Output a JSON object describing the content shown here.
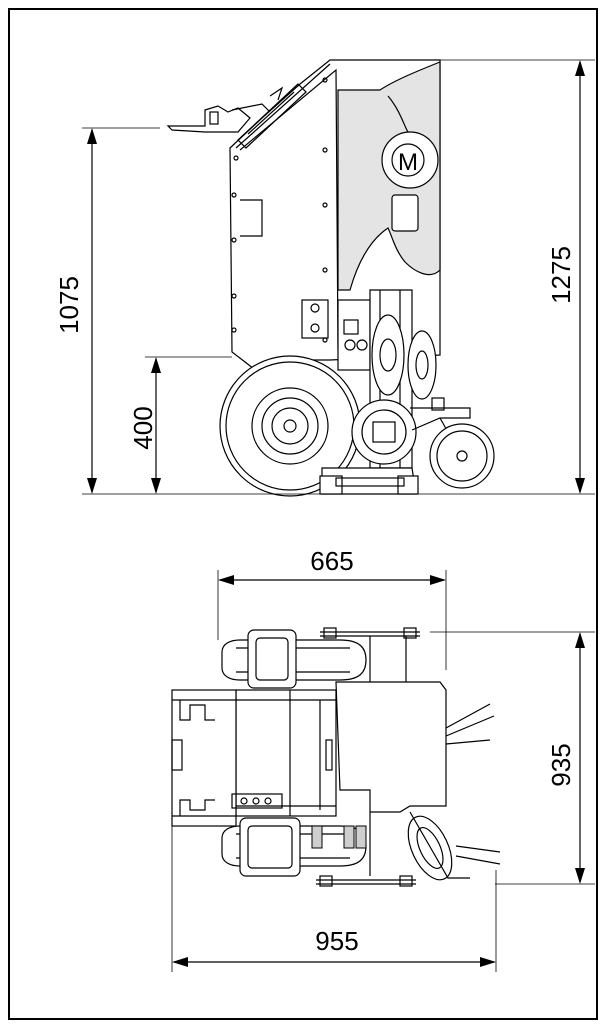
{
  "side_view": {
    "dim_overall_height": "1275",
    "dim_handle_height": "1075",
    "dim_axle_height": "400",
    "motor_label": "M"
  },
  "top_view": {
    "dim_width_upper": "665",
    "dim_depth": "935",
    "dim_length": "955"
  }
}
